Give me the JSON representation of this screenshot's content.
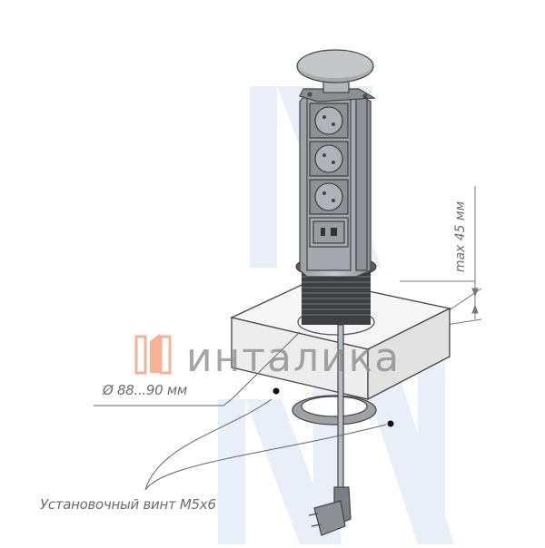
{
  "diagram": {
    "subject": "Pop-up power socket tower (retractable table outlet block)",
    "labels": {
      "diameter": "Ø 88...90 мм",
      "max_height": "max 45 мм",
      "mounting_screw": "Установочный винт M5x6"
    },
    "components": [
      {
        "name": "cap",
        "desc": "round top lid"
      },
      {
        "name": "socket",
        "count": 3
      },
      {
        "name": "usb-module",
        "ports": 2
      },
      {
        "name": "threaded-sleeve"
      },
      {
        "name": "tabletop"
      },
      {
        "name": "clamping-ring"
      },
      {
        "name": "mounting-screw",
        "count": 2
      },
      {
        "name": "power-cord-with-plug"
      }
    ]
  },
  "watermark": {
    "brand": "инталика",
    "logo_color": "#f4a582",
    "text_color": "#8c8c8c",
    "pattern_letter": "МИ",
    "pattern_color": "#e6eef8"
  },
  "colors": {
    "line": "#444444",
    "metal_dark": "#8a8d92",
    "metal_light": "#b9bcc1",
    "tabletop": "#f6f6f6",
    "annotation": "#6d6d6d"
  }
}
